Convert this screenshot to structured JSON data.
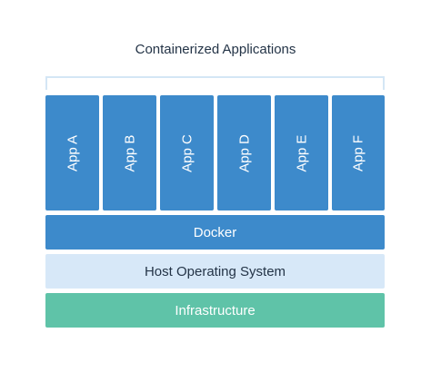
{
  "diagram": {
    "title": "Containerized Applications",
    "apps": [
      "App A",
      "App B",
      "App C",
      "App D",
      "App E",
      "App F"
    ],
    "layers": {
      "docker": "Docker",
      "host_os": "Host Operating System",
      "infrastructure": "Infrastructure"
    },
    "colors": {
      "app": "#3d8acb",
      "docker": "#3d8acb",
      "host_os": "#d7e8f8",
      "infrastructure": "#5fc3a8",
      "bracket": "#d4e6f5"
    }
  }
}
